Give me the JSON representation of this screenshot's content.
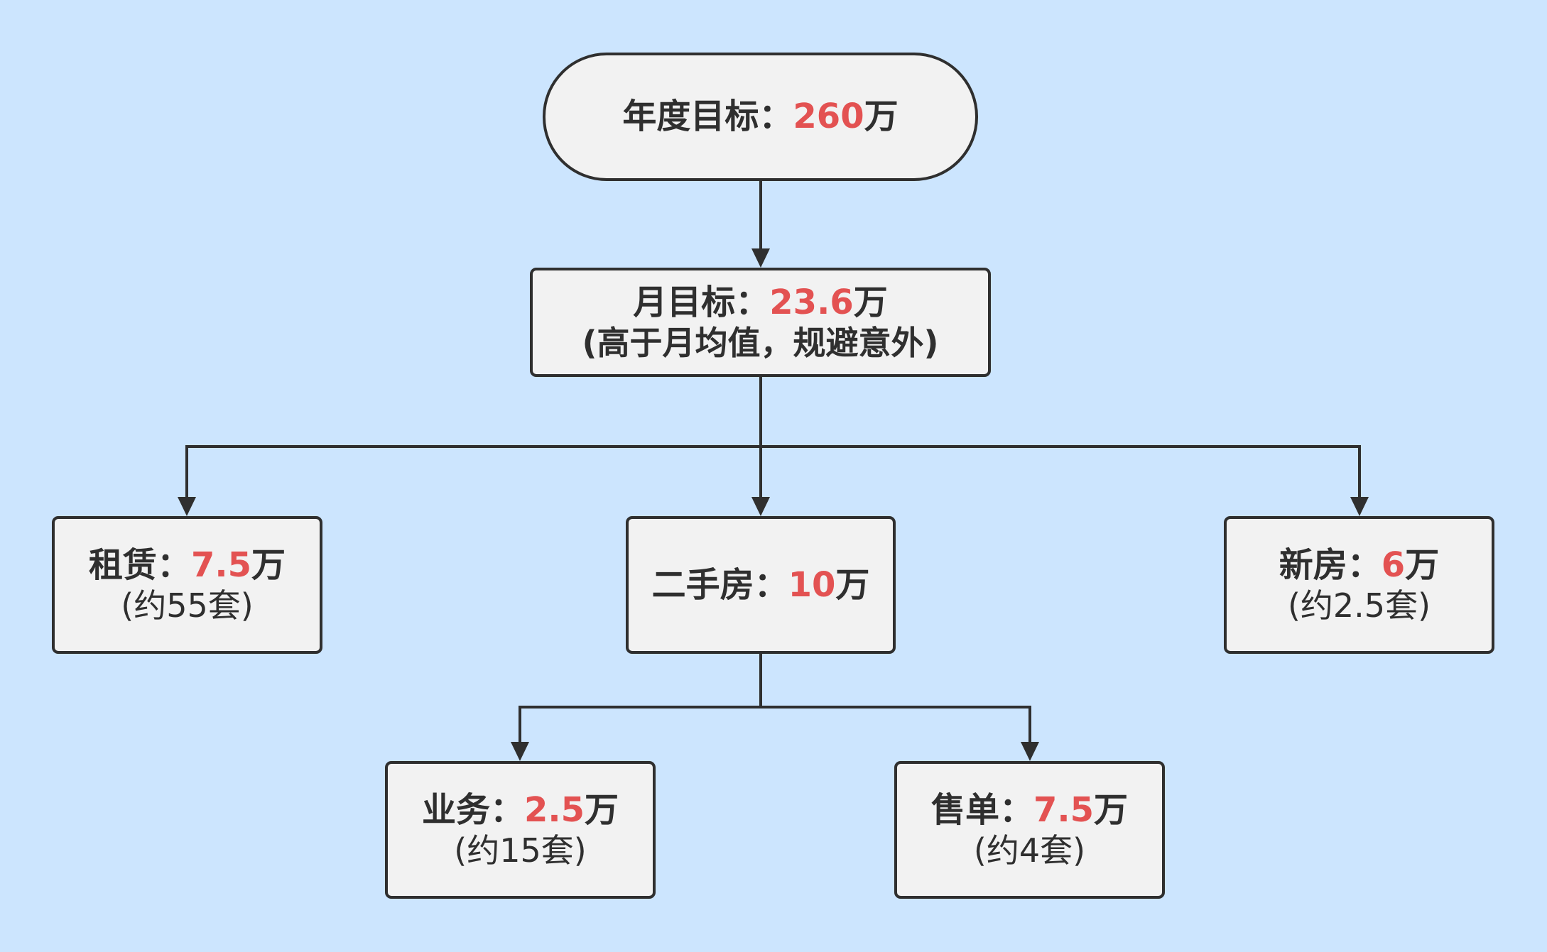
{
  "colors": {
    "background": "#cce5fe",
    "node_fill": "#f2f2f2",
    "stroke": "#2f2f2f",
    "highlight": "#e35252"
  },
  "nodes": {
    "annual": {
      "label": "年度目标：",
      "value": "260",
      "unit": "万"
    },
    "monthly": {
      "label": "月目标：",
      "value": "23.6",
      "unit": "万",
      "note": "(高于月均值，规避意外)"
    },
    "rent": {
      "label": "租赁：",
      "value": "7.5",
      "unit": "万",
      "note": "(约55套)"
    },
    "second_hand": {
      "label": "二手房：",
      "value": "10",
      "unit": "万"
    },
    "new_house": {
      "label": "新房：",
      "value": "6",
      "unit": "万",
      "note": "(约2.5套)"
    },
    "business": {
      "label": "业务：",
      "value": "2.5",
      "unit": "万",
      "note": "(约15套)"
    },
    "sale": {
      "label": "售单：",
      "value": "7.5",
      "unit": "万",
      "note": "(约4套)"
    }
  }
}
